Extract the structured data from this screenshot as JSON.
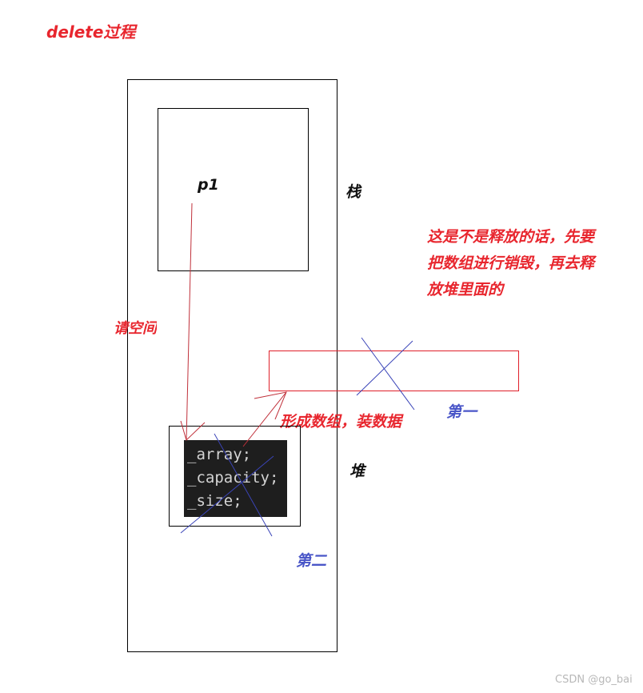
{
  "title": "delete过程",
  "stack_label": "栈",
  "heap_label": "堆",
  "pointer_label": "p1",
  "space_label": "请空间",
  "arrow_label": "形成数组，装数据",
  "note_lines": [
    "这是不是释放的话，先要",
    "把数组进行销毁，再去释",
    "放堆里面的"
  ],
  "first_label": "第一",
  "second_label": "第二",
  "code_lines": [
    "_array;",
    "_capacity;",
    "_size;"
  ],
  "watermark": "CSDN @go_bai",
  "colors": {
    "red_text": "#e8262e",
    "blue_text": "#4a56c8",
    "arrow_red": "#c0303a",
    "cross_blue": "#3a44b8",
    "code_bg": "#1e1e1e"
  }
}
